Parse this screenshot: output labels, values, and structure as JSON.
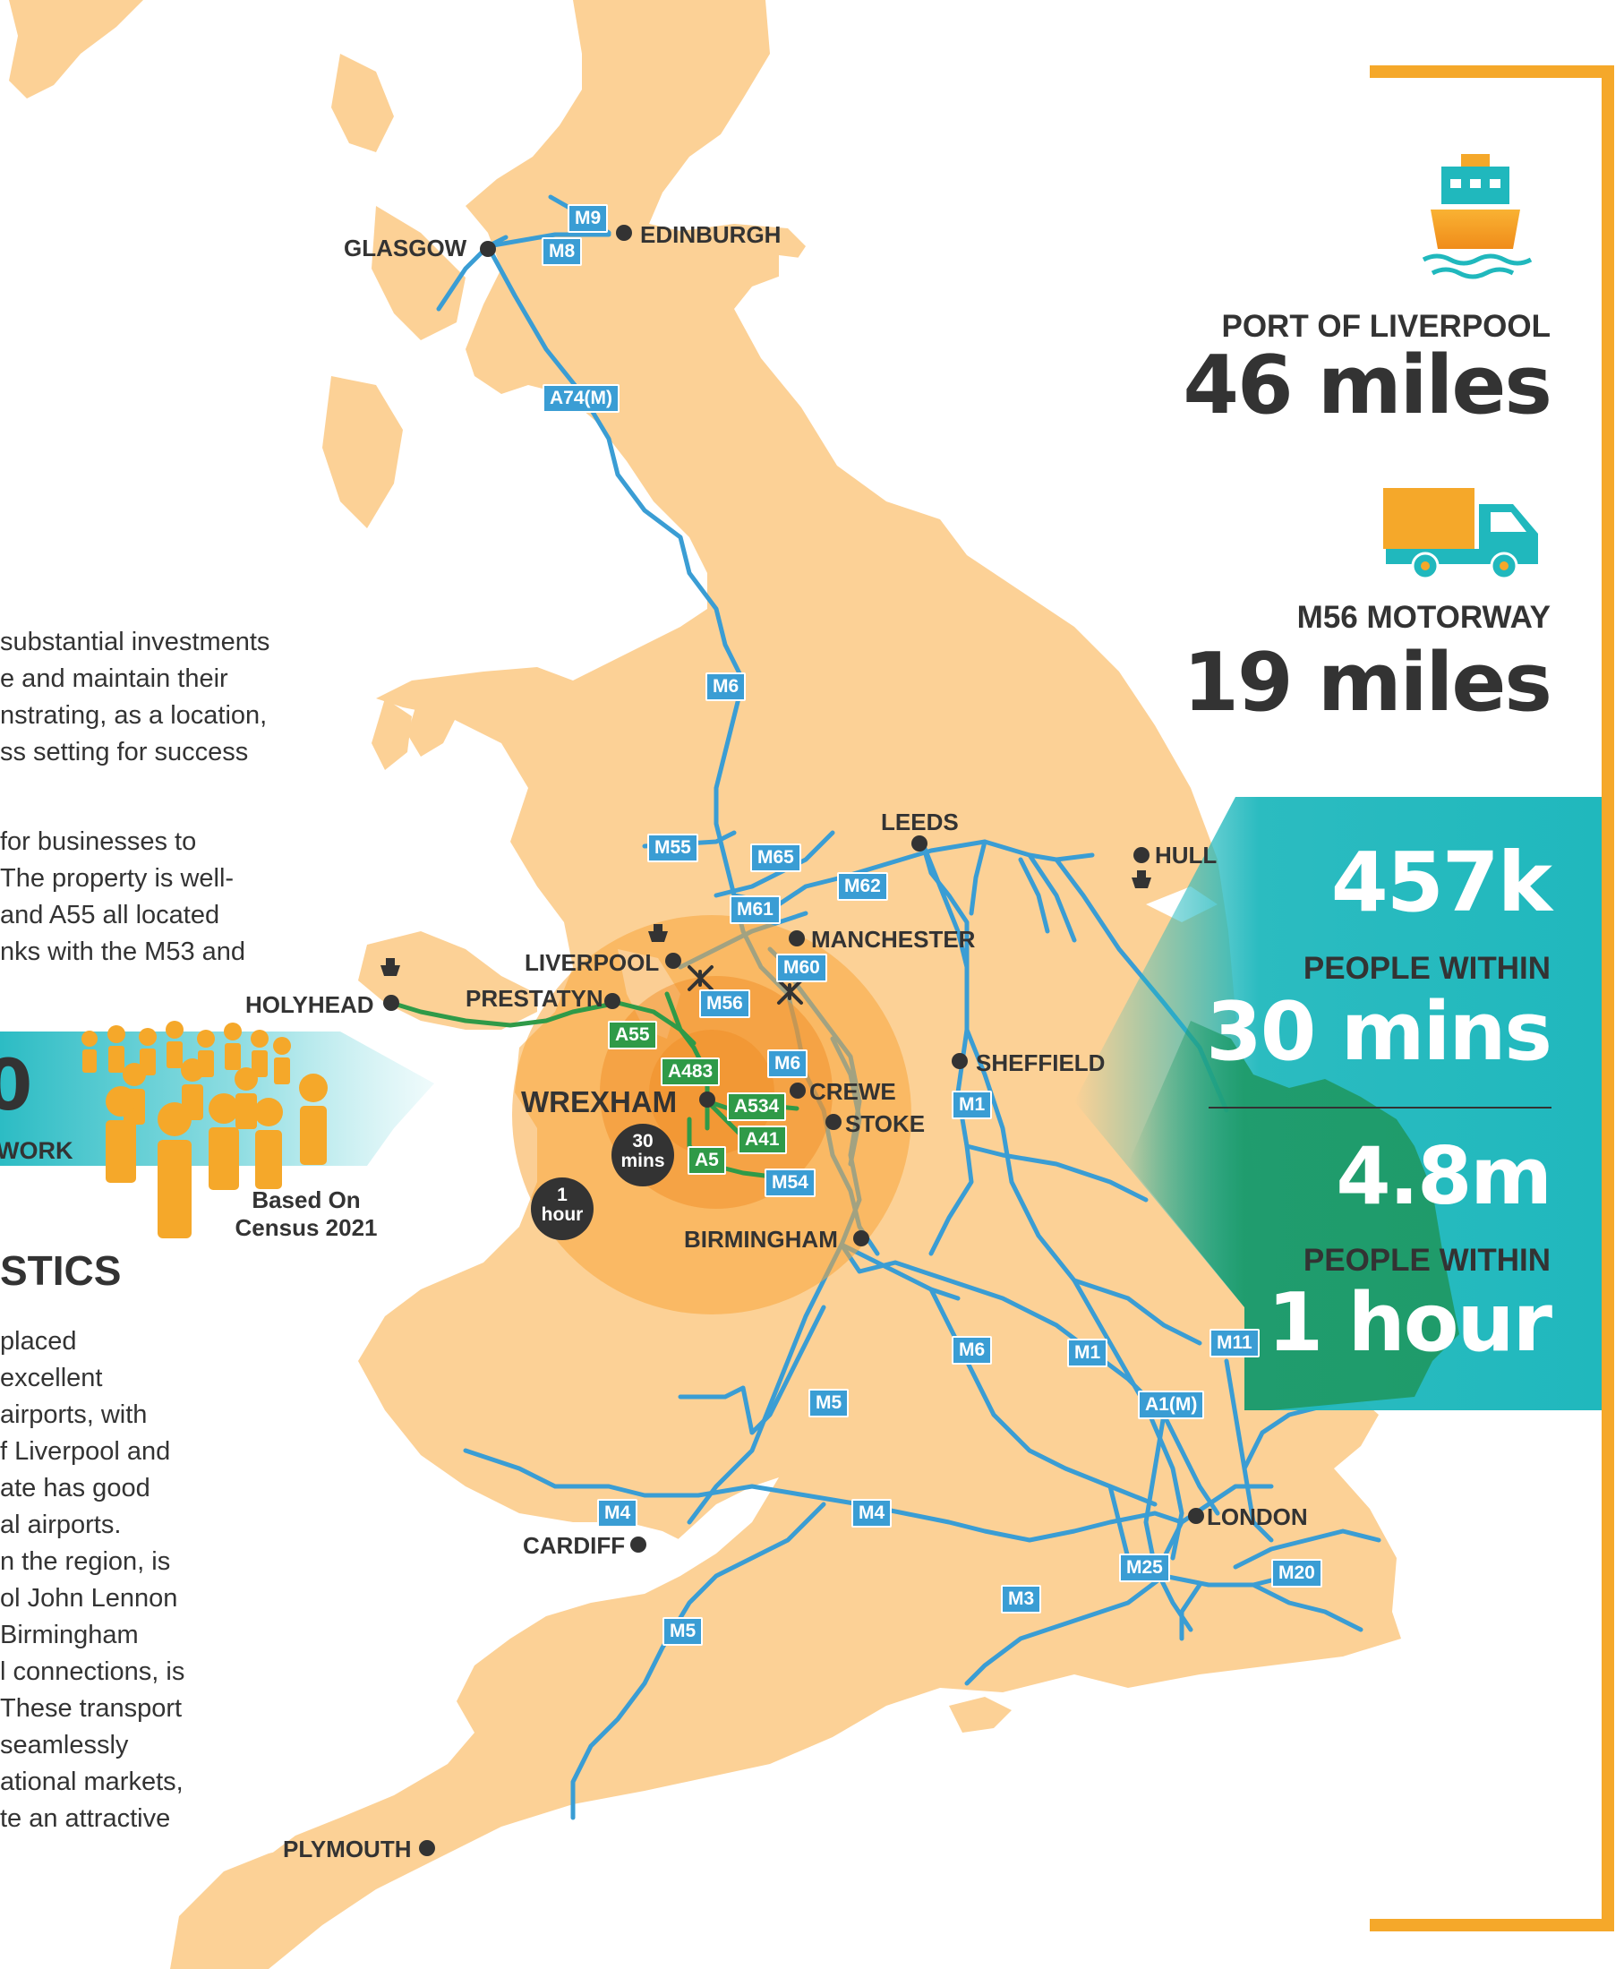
{
  "colors": {
    "land": "#fcd196",
    "sea": "#ffffff",
    "motorway": "#3a9dd4",
    "a_road": "#2f9a48",
    "accent_orange": "#f5a82a",
    "teal": "#20b8bd",
    "dark_green": "#1f9b6a",
    "text": "#333333"
  },
  "left_text": {
    "para1_lines": [
      "substantial investments",
      "e and maintain their",
      "nstrating, as a location,",
      "ss setting for success"
    ],
    "para2_lines": [
      " for businesses to",
      "The property is well-",
      "and A55 all located",
      "nks with the M53 and"
    ],
    "para3_lines": [
      " placed",
      "excellent",
      "airports, with",
      "f Liverpool and",
      "ate has good",
      "al airports.",
      "n the region, is",
      "ol John Lennon",
      " Birmingham",
      "l connections, is",
      " These transport",
      "seamlessly",
      "ational markets,",
      "te an attractive"
    ]
  },
  "workforce_banner": {
    "number_fragment": "0",
    "label_fragment": "WORK",
    "note_line1": "Based On",
    "note_line2": "Census 2021"
  },
  "section_heading_fragment": "STICS",
  "cities": [
    {
      "name": "GLASGOW"
    },
    {
      "name": "EDINBURGH"
    },
    {
      "name": "LEEDS"
    },
    {
      "name": "HULL"
    },
    {
      "name": "MANCHESTER"
    },
    {
      "name": "LIVERPOOL"
    },
    {
      "name": "HOLYHEAD"
    },
    {
      "name": "PRESTATYN"
    },
    {
      "name": "SHEFFIELD"
    },
    {
      "name": "CREWE"
    },
    {
      "name": "STOKE"
    },
    {
      "name": "WREXHAM"
    },
    {
      "name": "BIRMINGHAM"
    },
    {
      "name": "LONDON"
    },
    {
      "name": "CARDIFF"
    },
    {
      "name": "PLYMOUTH"
    }
  ],
  "road_labels": {
    "motorways": [
      "M9",
      "M8",
      "A74(M)",
      "M6",
      "M55",
      "M65",
      "M62",
      "M61",
      "M60",
      "M56",
      "M6",
      "M1",
      "M54",
      "M6",
      "M1",
      "M11",
      "A1(M)",
      "M5",
      "M4",
      "M4",
      "M25",
      "M20",
      "M3",
      "M5"
    ],
    "a_roads": [
      "A55",
      "A483",
      "A534",
      "A41",
      "A5"
    ]
  },
  "drive_rings": {
    "inner_label_line1": "30",
    "inner_label_line2": "mins",
    "outer_label_line1": "1",
    "outer_label_line2": "hour"
  },
  "stats": {
    "port_label": "PORT OF LIVERPOOL",
    "port_value": "46 miles",
    "motorway_label": "M56 MOTORWAY",
    "motorway_value": "19 miles",
    "pop30_value": "457k",
    "pop30_label": "PEOPLE WITHIN",
    "pop30_time": "30 mins",
    "pop60_value": "4.8m",
    "pop60_label": "PEOPLE WITHIN",
    "pop60_time": "1 hour"
  },
  "icons": [
    "ship-icon",
    "truck-icon",
    "people-group-icon",
    "airport-icon",
    "ferry-icon"
  ]
}
